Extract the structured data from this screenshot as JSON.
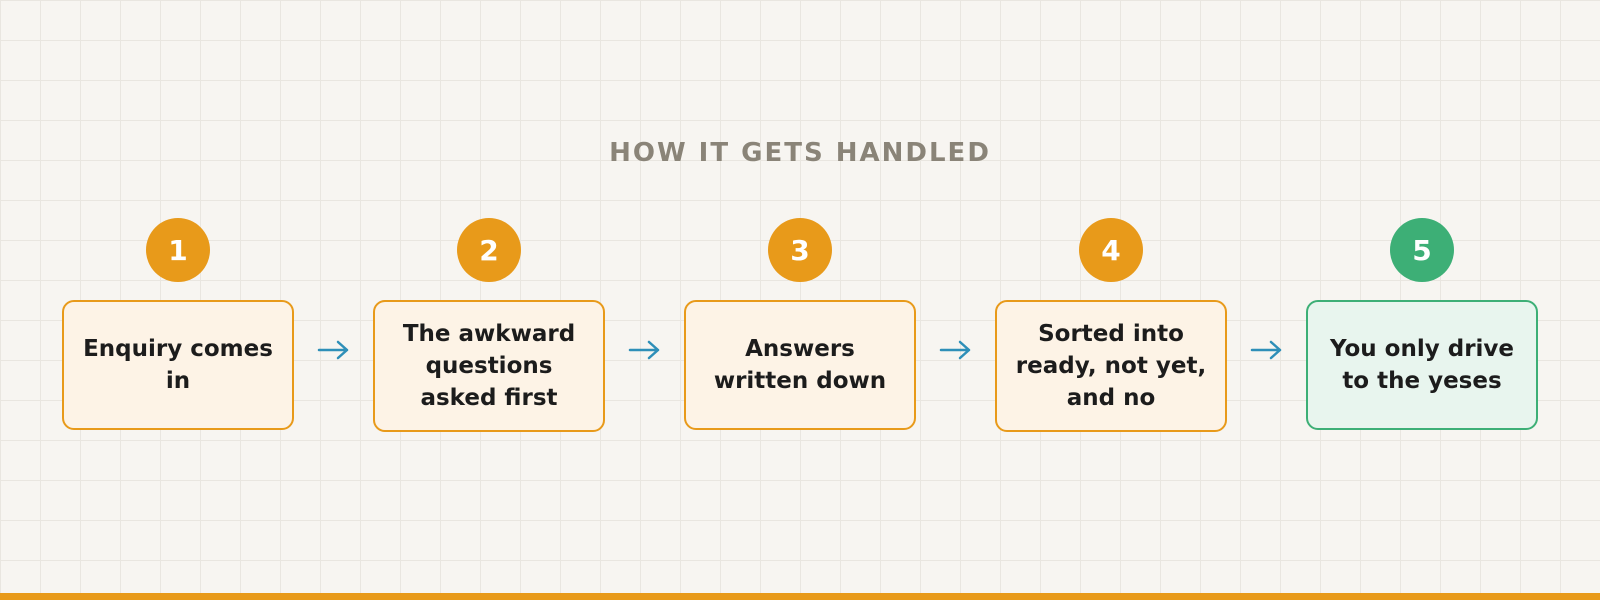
{
  "title": "HOW IT GETS HANDLED",
  "colors": {
    "orange": "#e89a1a",
    "orange_fill": "#fdf3e6",
    "green": "#3daf76",
    "green_fill": "#e8f5ee",
    "arrow": "#2e8fb8",
    "title": "#8a8478"
  },
  "steps": [
    {
      "number": "1",
      "label": "Enquiry comes in",
      "accent": "orange"
    },
    {
      "number": "2",
      "label": "The awkward questions asked first",
      "accent": "orange"
    },
    {
      "number": "3",
      "label": "Answers written down",
      "accent": "orange"
    },
    {
      "number": "4",
      "label": "Sorted into ready, not yet, and no",
      "accent": "orange"
    },
    {
      "number": "5",
      "label": "You only drive to the yeses",
      "accent": "green"
    }
  ],
  "connector_icon": "arrow-right-icon"
}
